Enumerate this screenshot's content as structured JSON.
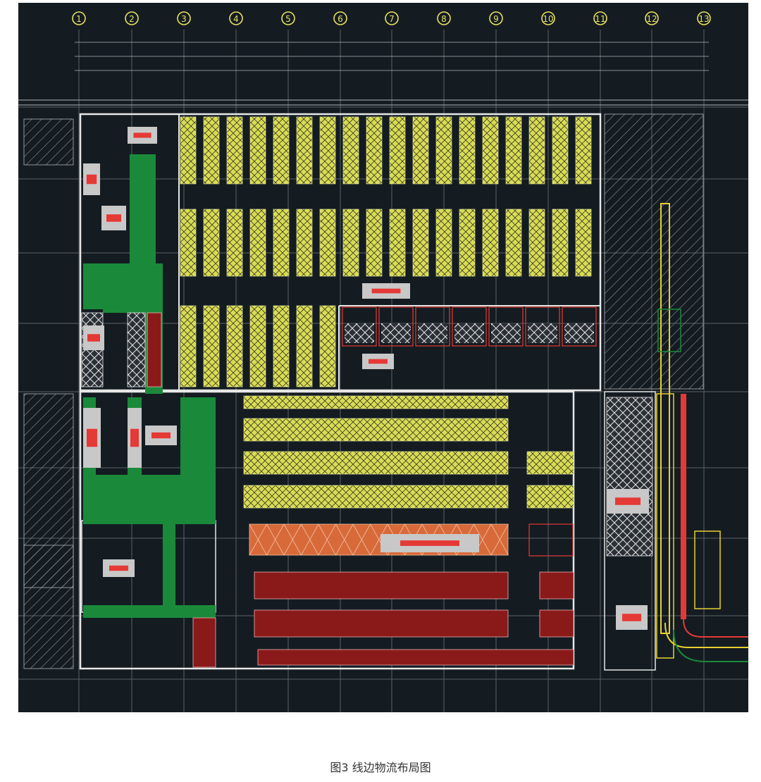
{
  "colors": {
    "background": "#141c22",
    "grid_line": "#5a6268",
    "wall": "#e6e6e6",
    "rack_yellow": "#d8dc55",
    "rack_border": "#f2f2a0",
    "aisle_green": "#1a8a3a",
    "station_red": "#e53935",
    "station_box": "#c8c8c8",
    "rack_orange": "#d86a3a",
    "rack_darkred": "#8a1a1a",
    "conveyor_yellow": "#e8d030",
    "hatch": "#8a9096",
    "grid_bubble": "#e8e060"
  },
  "grid_axes": [
    "1",
    "2",
    "3",
    "4",
    "5",
    "6",
    "7",
    "8",
    "9",
    "10",
    "11",
    "12",
    "13"
  ],
  "caption": "图3 线边物流布局图"
}
